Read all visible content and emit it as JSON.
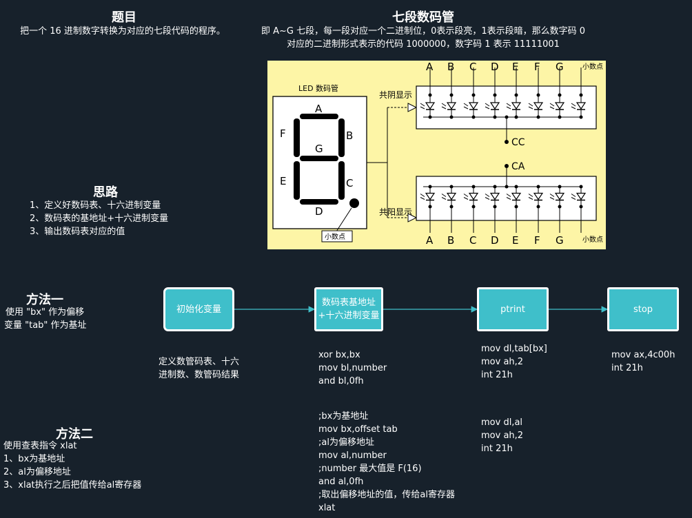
{
  "topic": {
    "title": "题目",
    "desc": "把一个 16 进制数字转换为对应的七段代码的程序。"
  },
  "seven_seg": {
    "title": "七段数码管",
    "desc_line1": "即 A~G 七段，每一段对应一个二进制位，0表示段亮，1表示段暗，那么数字码 0",
    "desc_line2": "对应的二进制形式表示的代码 1000000，数字码 1 表示 11111001"
  },
  "figure": {
    "led_title": "LED  数码管",
    "segments": [
      "A",
      "B",
      "C",
      "D",
      "E",
      "F",
      "G"
    ],
    "decimal_point": "小数点",
    "common_cathode": "共阴显示",
    "common_anode": "共阳显示",
    "cc": "CC",
    "ca": "CA",
    "colors": {
      "background": "#fdf5a6",
      "ink": "#000000"
    }
  },
  "approach": {
    "title": "思路",
    "steps": [
      "1、定义好数码表、十六进制变量",
      "2、数码表的基地址+十六进制变量",
      "3、输出数码表对应的值"
    ]
  },
  "method1": {
    "title": "方法一",
    "desc_line1": "使用 \"bx\" 作为偏移",
    "desc_line2": "变量 \"tab\" 作为基址"
  },
  "flow": {
    "nodes": [
      "初始化变量",
      "数码表基地址\n+十六进制变量",
      "ptrint",
      "stop"
    ],
    "colors": {
      "node_fill": "#3fbfca",
      "node_border": "#ffffff",
      "edge": "#3fbfca"
    }
  },
  "notes": {
    "init": "定义数管码表、十六\n进制数、数管码结果",
    "code1_base": "xor bx,bx\nmov bl,number\nand bl,0fh",
    "code1_print": "mov dl,tab[bx]\nmov ah,2\nint 21h",
    "code_stop": "mov ax,4c00h\nint 21h",
    "code2_base": ";bx为基地址\nmov bx,offset tab\n;al为偏移地址\nmov al,number\n;number 最大值是 F(16)\nand al,0fh\n;取出偏移地址的值，传给al寄存器\nxlat",
    "code2_print": "mov dl,al\nmov ah,2\nint 21h"
  },
  "method2": {
    "title": "方法二",
    "desc": "使用查表指令 xlat",
    "steps": [
      "1、bx为基地址",
      "2、al为偏移地址",
      "3、xlat执行之后把值传给al寄存器"
    ]
  }
}
